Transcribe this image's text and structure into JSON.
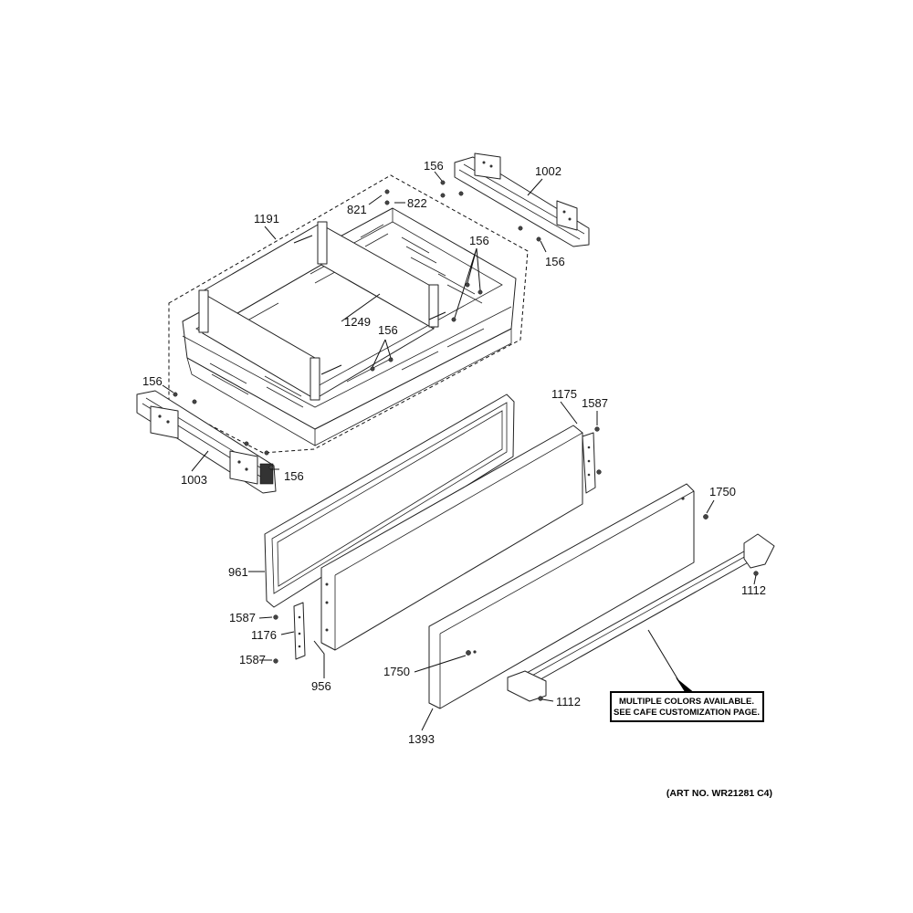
{
  "labels": {
    "l156a": "156",
    "l1002": "1002",
    "l821": "821",
    "l822": "822",
    "l1191": "1191",
    "l156b": "156",
    "l156c": "156",
    "l1249": "1249",
    "l156d": "156",
    "l156e": "156",
    "l1003": "1003",
    "l156f": "156",
    "l1175": "1175",
    "l1587a": "1587",
    "l1750a": "1750",
    "l961": "961",
    "l1112a": "1112",
    "l1587b": "1587",
    "l1176": "1176",
    "l1587c": "1587",
    "l956": "956",
    "l1750b": "1750",
    "l1112b": "1112",
    "l1393": "1393"
  },
  "note": {
    "line1": "MULTIPLE COLORS AVAILABLE.",
    "line2": "SEE CAFE CUSTOMIZATION PAGE."
  },
  "art_number": "(ART NO. WR21281 C4)"
}
